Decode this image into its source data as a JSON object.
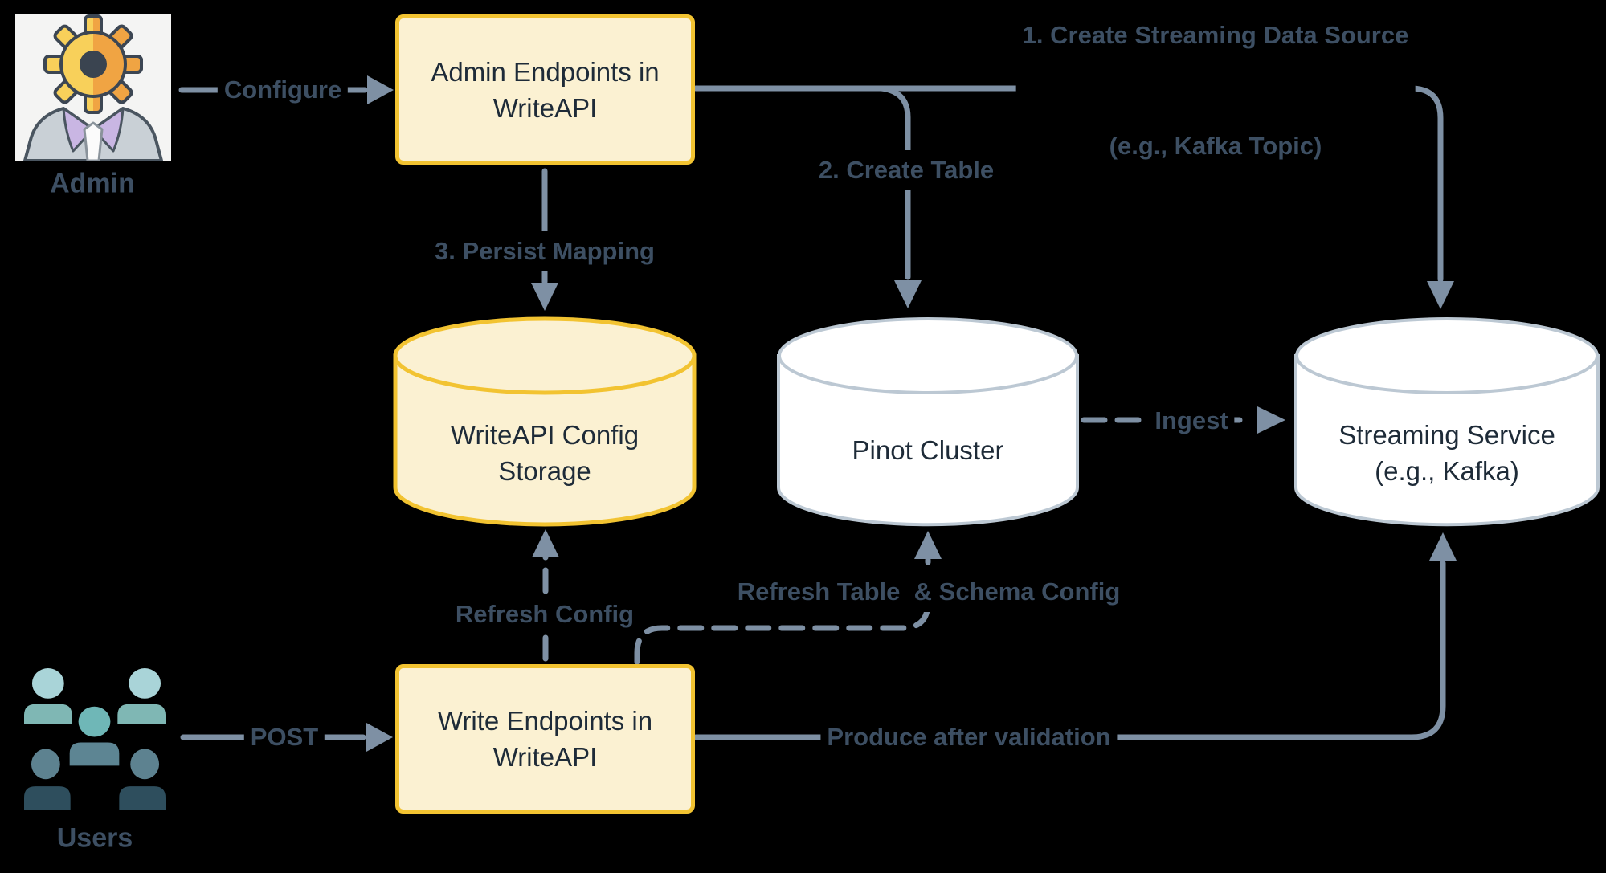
{
  "nodes": {
    "admin_box": {
      "line1": "Admin Endpoints in",
      "line2": "WriteAPI"
    },
    "write_box": {
      "line1": "Write Endpoints in",
      "line2": "WriteAPI"
    },
    "config_store": {
      "line1": "WriteAPI Config",
      "line2": "Storage"
    },
    "pinot": {
      "label": "Pinot Cluster"
    },
    "streaming": {
      "line1": "Streaming Service",
      "line2": "(e.g., Kafka)"
    }
  },
  "actors": {
    "admin": {
      "caption": "Admin"
    },
    "users": {
      "caption": "Users"
    }
  },
  "edges": {
    "configure": {
      "label": "Configure",
      "style": "solid"
    },
    "post": {
      "label": "POST",
      "style": "solid"
    },
    "create_source": {
      "line1": "1. Create Streaming Data Source",
      "line2": "(e.g., Kafka Topic)",
      "style": "solid"
    },
    "create_table": {
      "label": "2. Create Table",
      "style": "solid"
    },
    "persist_mapping": {
      "label": "3. Persist Mapping",
      "style": "solid"
    },
    "ingest": {
      "label": "Ingest",
      "style": "dashed"
    },
    "refresh_config": {
      "label": "Refresh Config",
      "style": "dashed"
    },
    "refresh_table": {
      "label": "Refresh Table  & Schema Config",
      "style": "dashed"
    },
    "produce": {
      "label": "Produce after validation",
      "style": "solid"
    }
  },
  "colors": {
    "background": "#000000",
    "line": "#7E90A4",
    "edge_label_text": "#3D4F63",
    "node_fill": "#FBF1D2",
    "node_border": "#F2C331",
    "node_text": "#1E2B38",
    "cylinder_fill": "#FFFFFF",
    "cylinder_border": "#BCC8D3"
  }
}
